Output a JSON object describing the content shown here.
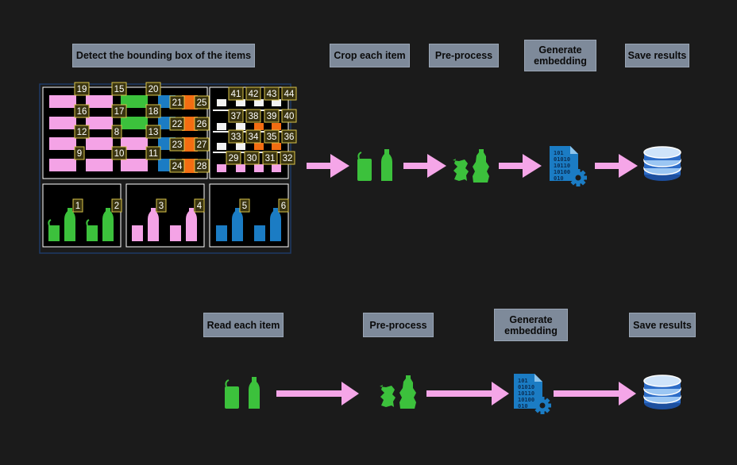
{
  "row1": {
    "detect_label": "Detect the bounding box of the items",
    "crop_label": "Crop each item",
    "preprocess_label": "Pre-process",
    "generate_label": "Generate\nembedding",
    "save_label": "Save results"
  },
  "row2": {
    "read_label": "Read each item",
    "preprocess_label": "Pre-process",
    "generate_label": "Generate\nembedding",
    "save_label": "Save results"
  },
  "item_numbers": [
    "1",
    "2",
    "3",
    "4",
    "5",
    "6",
    "8",
    "9",
    "10",
    "11",
    "12",
    "13",
    "15",
    "16",
    "17",
    "18",
    "19",
    "20",
    "21",
    "22",
    "23",
    "24",
    "25",
    "26",
    "27",
    "28",
    "29",
    "30",
    "31",
    "32",
    "33",
    "34",
    "35",
    "36",
    "37",
    "38",
    "39",
    "40",
    "41",
    "42",
    "43",
    "44"
  ],
  "icons": {
    "embedding_digits": [
      "101",
      "01010",
      "10110",
      "10100",
      "010"
    ]
  },
  "colors": {
    "background": "#1b1b1b",
    "label_box": "#7e8a9a",
    "arrow": "#f5a6e8",
    "green": "#3cc13c",
    "pink": "#f4a3e6",
    "blue": "#1b7cc4",
    "orange": "#f36d12",
    "white": "#f2f2f2",
    "shelf_border": "#1e3a66",
    "tag": "#3a3410"
  }
}
